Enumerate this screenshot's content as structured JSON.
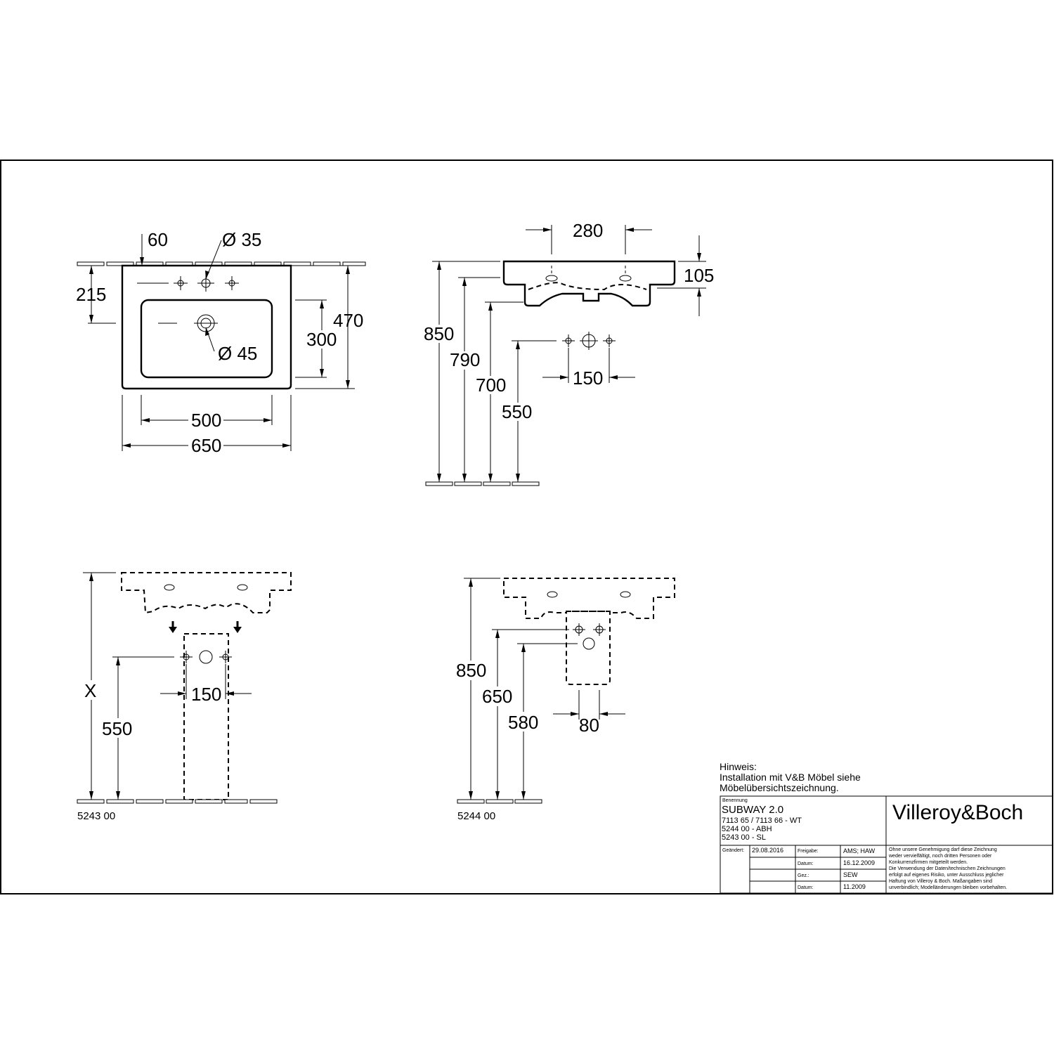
{
  "top_view": {
    "dim_60": "60",
    "dim_hole_35": "Ø 35",
    "dim_215": "215",
    "dim_470": "470",
    "dim_300": "300",
    "dim_drain_45": "Ø 45",
    "dim_500": "500",
    "dim_650": "650"
  },
  "side_view": {
    "dim_280": "280",
    "dim_105": "105",
    "dim_850": "850",
    "dim_790": "790",
    "dim_700": "700",
    "dim_550": "550",
    "dim_150": "150"
  },
  "pedestal_view": {
    "dim_x": "X",
    "dim_550": "550",
    "dim_150": "150",
    "article": "5243 00"
  },
  "semi_pedestal_view": {
    "dim_850": "850",
    "dim_650": "650",
    "dim_580": "580",
    "dim_80": "80",
    "article": "5244 00"
  },
  "note": {
    "heading": "Hinweis:",
    "line1": "Installation mit V&B Möbel siehe",
    "line2": "Möbelübersichtszeichnung."
  },
  "title_block": {
    "label_benennung": "Benennung",
    "product": "SUBWAY 2.0",
    "line1": "7113 65 / 7113 66 - WT",
    "line2": "5244 00 - ABH",
    "line3": "5243 00 - SL",
    "brand": "Villeroy&Boch",
    "label_geaendert": "Geändert:",
    "geaendert_value": "29.08.2016",
    "label_freigabe": "Freigabe:",
    "freigabe_value": "AMS; HAW",
    "label_datum1": "Datum:",
    "datum1_value": "16.12.2009",
    "label_gez": "Gez.:",
    "gez_value": "SEW",
    "label_datum2": "Datum:",
    "datum2_value": "11.2009",
    "disclaimer": [
      "Ohne unsere Genehmigung darf diese Zeichnung",
      "weder vervielfältigt, noch dritten Personen oder",
      "Konkurrenzfirmen mitgeteilt werden.",
      "Die Verwendung der Daten/technischen Zeichnungen",
      "erfolgt auf eigenes Risiko, unter Ausschluss jeglicher",
      "Haftung von Villeroy & Boch. Maßangaben sind",
      "unverbindlich; Modelländerungen bleiben vorbehalten."
    ]
  }
}
